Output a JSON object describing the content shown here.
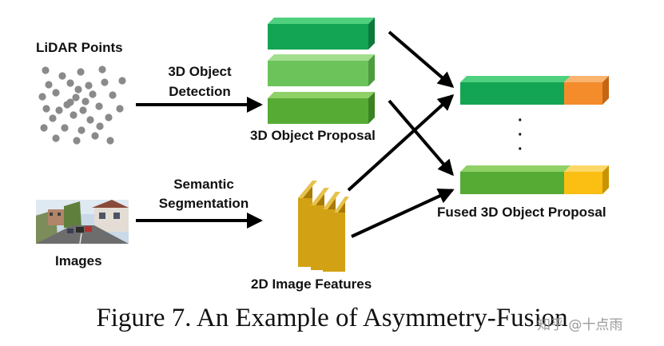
{
  "labels": {
    "lidar_points": "LiDAR Points",
    "detection_line1": "3D Object",
    "detection_line2": "Detection",
    "proposal": "3D Object Proposal",
    "semantic_line1": "Semantic",
    "semantic_line2": "Segmentation",
    "images": "Images",
    "image_features": "2D Image Features",
    "fused": "Fused 3D Object Proposal",
    "dots": "·"
  },
  "caption": "Figure 7. An Example of Asymmetry-Fusion",
  "watermark": "知乎 @十点雨",
  "colors": {
    "green_dark": "#13a553",
    "green_light": "#6cc35a",
    "green_mid": "#56ab35",
    "orange": "#f48c2c",
    "yellow": "#fbbf14",
    "feature_gold": "#d3a114",
    "point_gray": "#8a8a8a"
  }
}
